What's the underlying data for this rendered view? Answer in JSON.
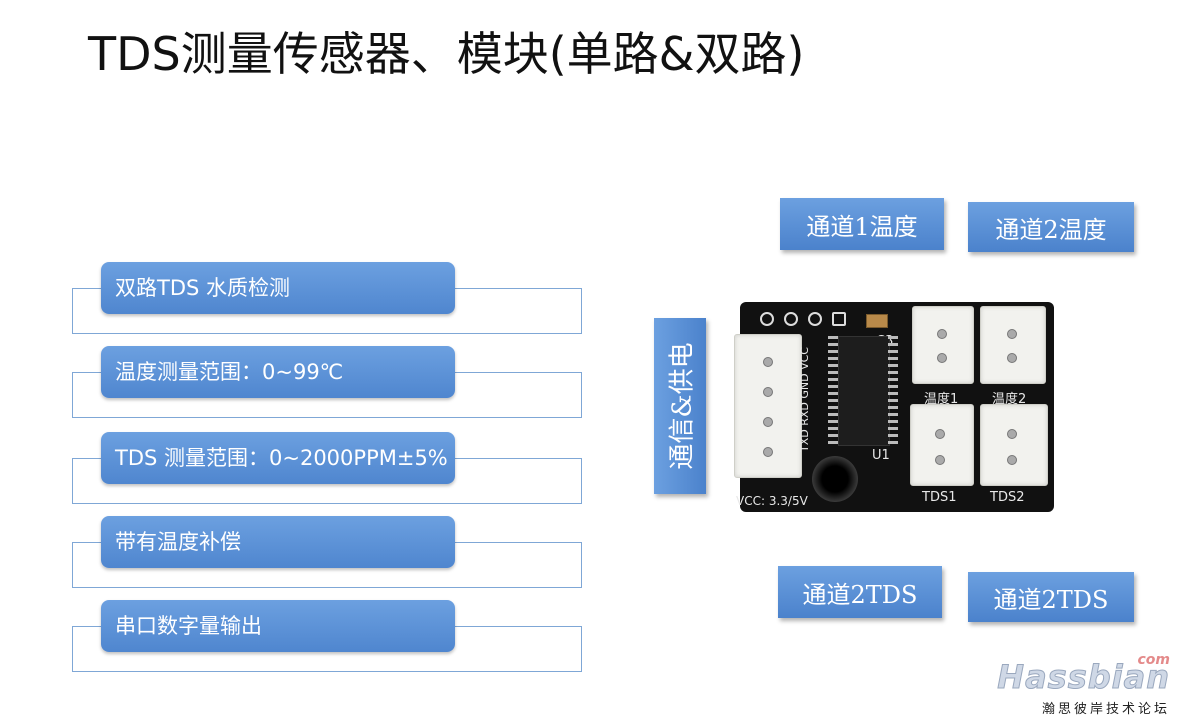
{
  "title": "TDS测量传感器、模块(单路&双路)",
  "features": [
    "双路TDS 水质检测",
    "温度测量范围：0~99℃",
    "TDS 测量范围：0~2000PPM±5%",
    "带有温度补偿",
    "串口数字量输出"
  ],
  "labels": {
    "ch1_temp": "通道1温度",
    "ch2_temp": "通道2温度",
    "comm_power": "通信&供电",
    "ch2_tds_a": "通道2TDS",
    "ch2_tds_b": "通道2TDS"
  },
  "board": {
    "cap_label": "C3",
    "chip_label": "U1",
    "pin_labels": "TXD RXD GND VCC",
    "temp1": "温度1",
    "temp2": "温度2",
    "tds1": "TDS1",
    "tds2": "TDS2",
    "vcc": "VCC: 3.3/5V"
  },
  "watermark": {
    "com": "com",
    "brand": "Hassbian",
    "subtitle": "瀚思彼岸技术论坛"
  }
}
